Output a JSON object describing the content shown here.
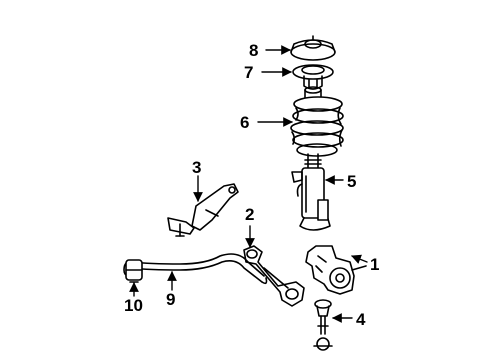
{
  "diagram": {
    "callouts": [
      {
        "id": "1",
        "label": "1"
      },
      {
        "id": "2",
        "label": "2"
      },
      {
        "id": "3",
        "label": "3"
      },
      {
        "id": "4",
        "label": "4"
      },
      {
        "id": "5",
        "label": "5"
      },
      {
        "id": "6",
        "label": "6"
      },
      {
        "id": "7",
        "label": "7"
      },
      {
        "id": "8",
        "label": "8"
      },
      {
        "id": "9",
        "label": "9"
      },
      {
        "id": "10",
        "label": "10"
      }
    ],
    "colors": {
      "line": "#000000",
      "background": "#ffffff"
    }
  }
}
